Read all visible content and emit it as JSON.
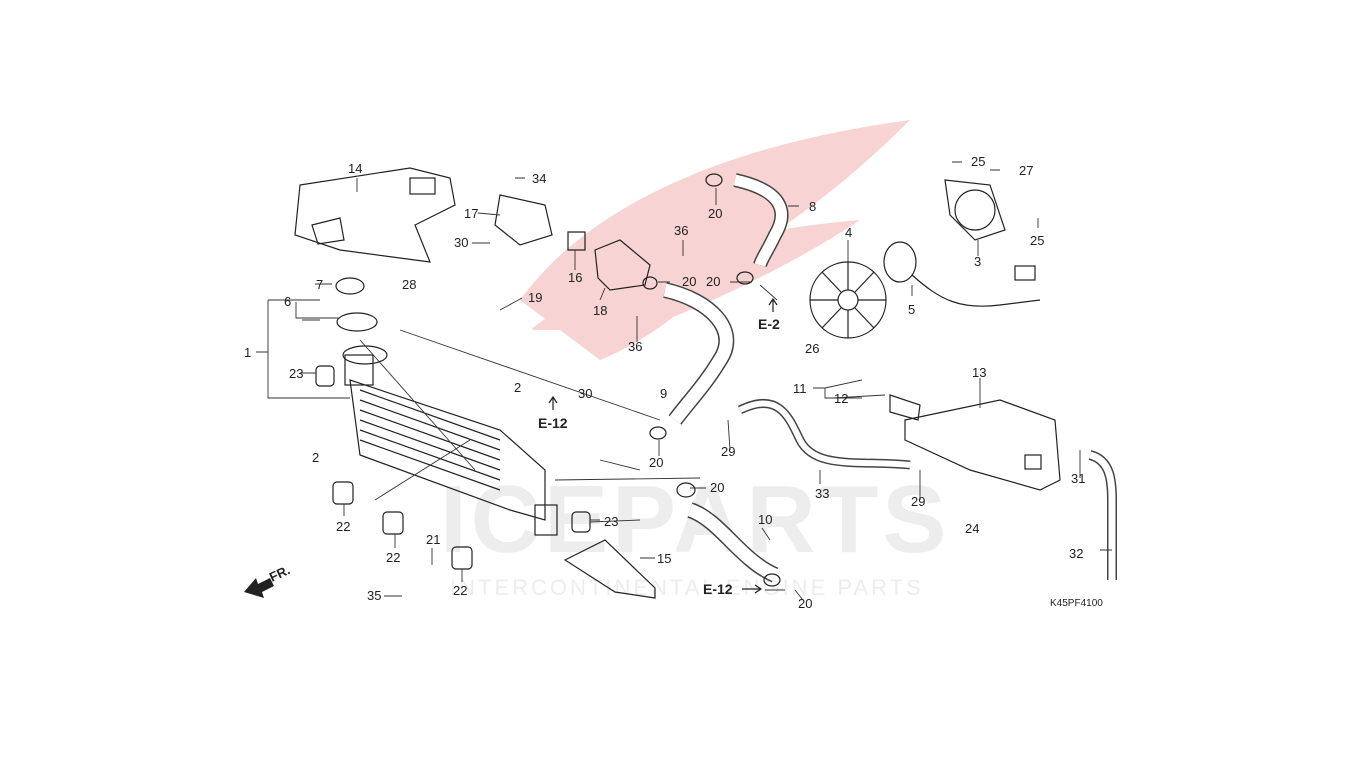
{
  "diagram_code": "K45PF4100",
  "watermark": {
    "logo_text": "ICEPARTS",
    "tagline": "INTERCONTINENTAL ENGINE PARTS",
    "brand_color": "#e23a3a"
  },
  "front_arrow": {
    "label": "FR."
  },
  "refs": [
    "E-2",
    "E-12",
    "E-12"
  ],
  "callouts": [
    "1",
    "2",
    "2",
    "3",
    "4",
    "5",
    "6",
    "7",
    "8",
    "9",
    "10",
    "11",
    "12",
    "13",
    "14",
    "15",
    "16",
    "17",
    "18",
    "19",
    "20",
    "20",
    "20",
    "20",
    "20",
    "20",
    "20",
    "21",
    "22",
    "22",
    "22",
    "23",
    "23",
    "24",
    "25",
    "25",
    "26",
    "27",
    "28",
    "29",
    "29",
    "30",
    "30",
    "31",
    "32",
    "33",
    "34",
    "35",
    "36",
    "36"
  ]
}
